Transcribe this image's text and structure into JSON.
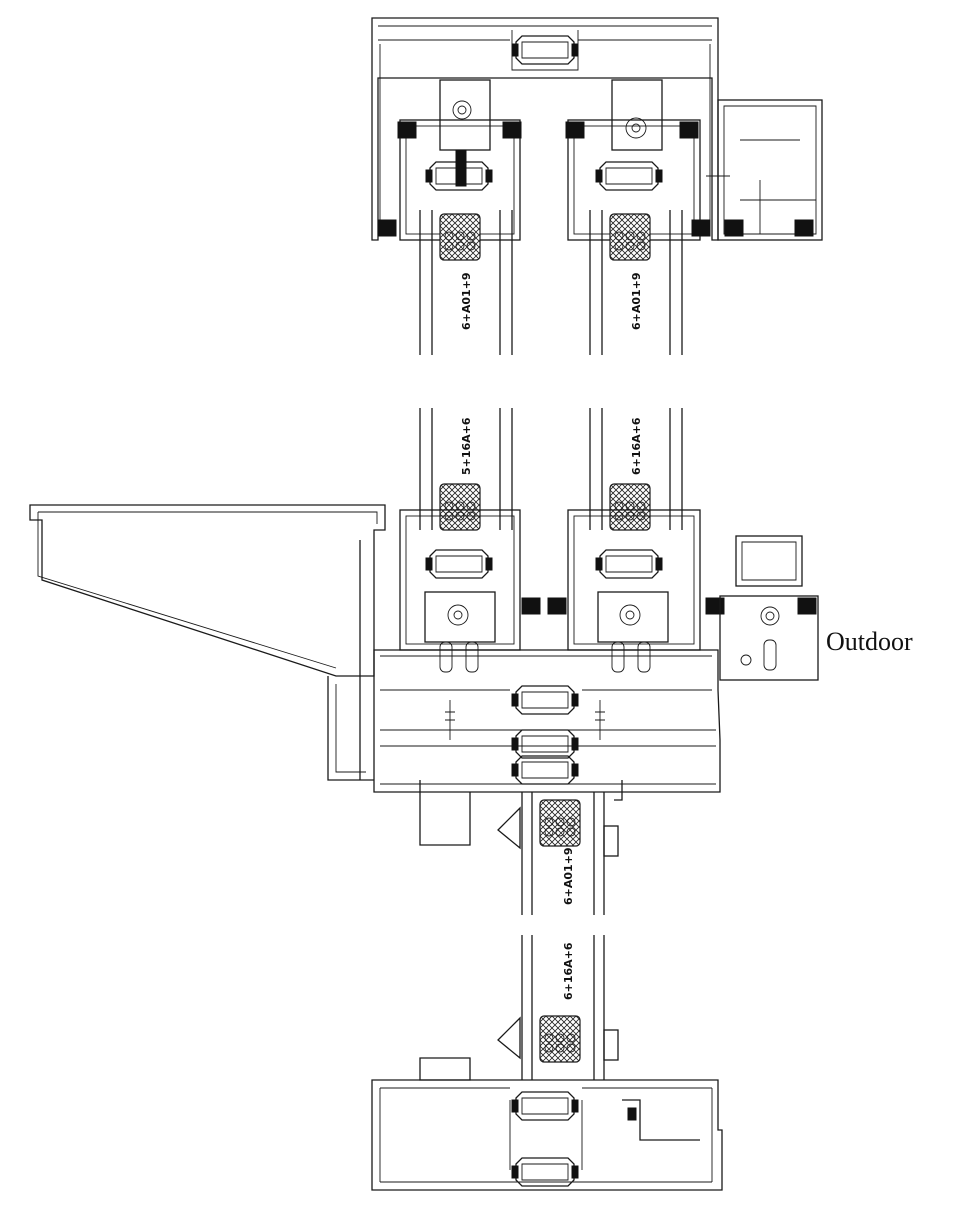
{
  "labels": {
    "outdoor": "Outdoor",
    "glass_top_left": "6+A01+9",
    "glass_top_right": "6+A01+9",
    "glass_mid_left": "5+16A+6",
    "glass_mid_right": "6+16A+6",
    "glass_bottom_upper": "6+A01+9",
    "glass_bottom_lower": "6+16A+6"
  },
  "colors": {
    "line": "#1a1a1a",
    "background": "#ffffff",
    "gasket": "#111111"
  }
}
